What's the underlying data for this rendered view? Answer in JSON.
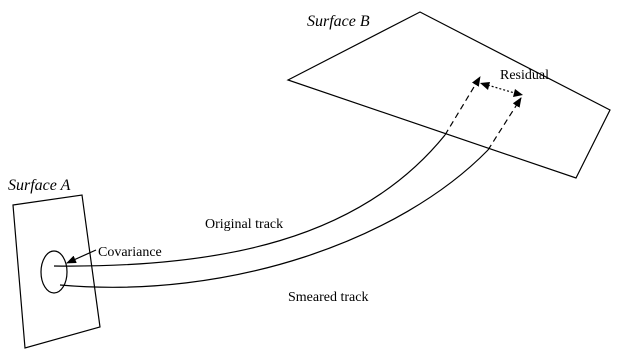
{
  "labels": {
    "surface_a": "Surface A",
    "surface_b": "Surface B",
    "covariance": "Covariance",
    "original_track": "Original track",
    "smeared_track": "Smeared track",
    "residual": "Residual"
  }
}
